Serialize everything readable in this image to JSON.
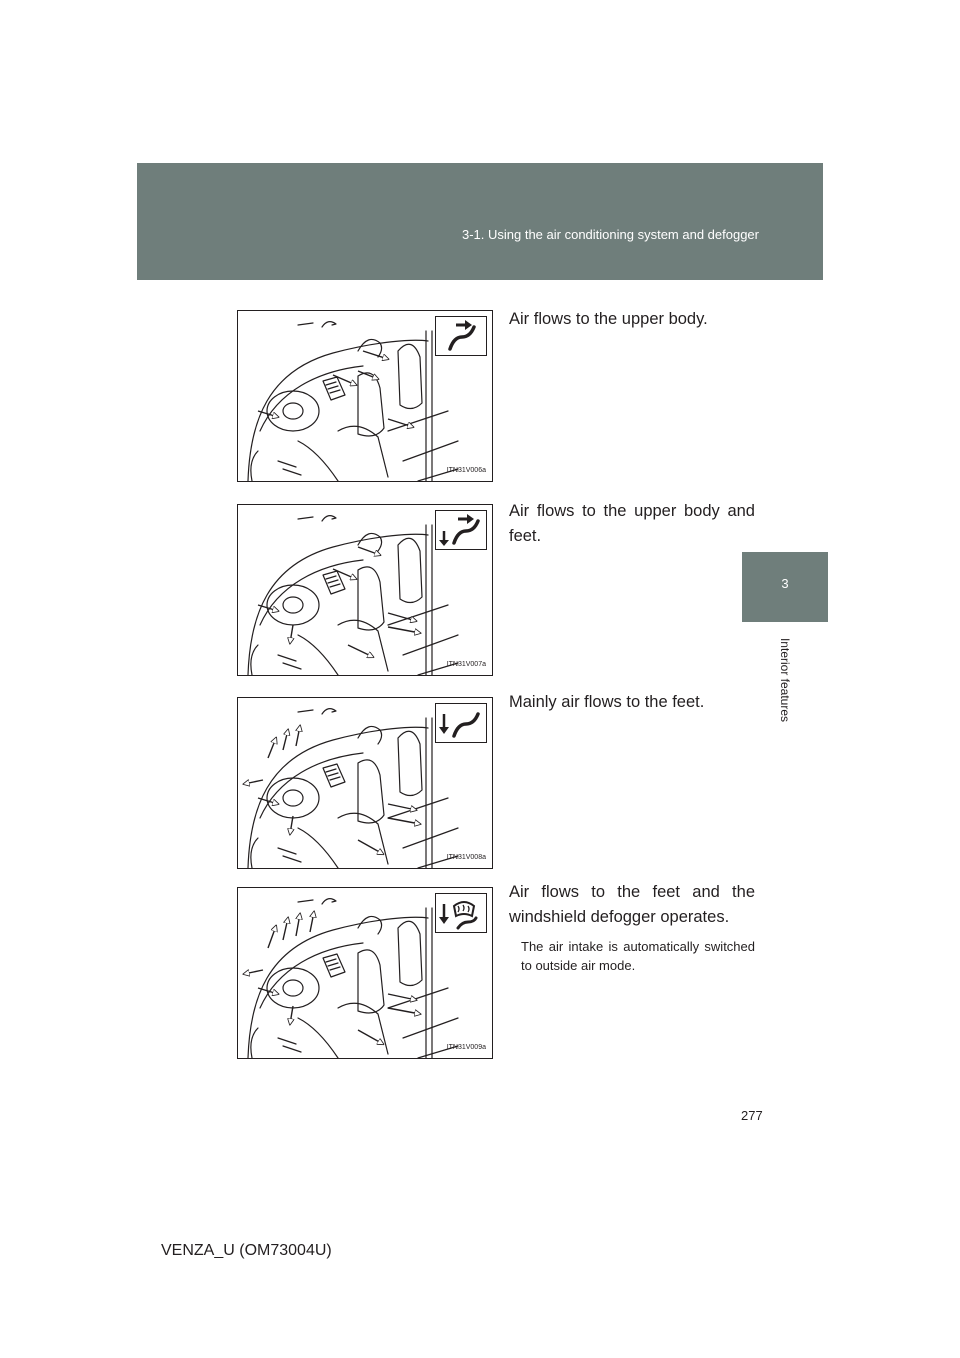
{
  "header": {
    "section_title": "3-1. Using the air conditioning system and defogger"
  },
  "side_tab": {
    "chapter_number": "3",
    "chapter_label": "Interior features"
  },
  "modes": [
    {
      "figure_code": "ITN31V006a",
      "icon": "face-vent-icon",
      "description": "Air flows to the upper body.",
      "note": ""
    },
    {
      "figure_code": "ITN31V007a",
      "icon": "bi-level-vent-icon",
      "description": "Air flows to the upper body and feet.",
      "note": ""
    },
    {
      "figure_code": "ITN31V008a",
      "icon": "foot-vent-icon",
      "description": "Mainly air flows to the feet.",
      "note": ""
    },
    {
      "figure_code": "ITN31V009a",
      "icon": "foot-defrost-icon",
      "description": "Air flows to the feet and the windshield defogger operates.",
      "note": "The air intake is automatically switched to outside air mode."
    }
  ],
  "page_number": "277",
  "footer": {
    "manual_code": "VENZA_U (OM73004U)"
  }
}
